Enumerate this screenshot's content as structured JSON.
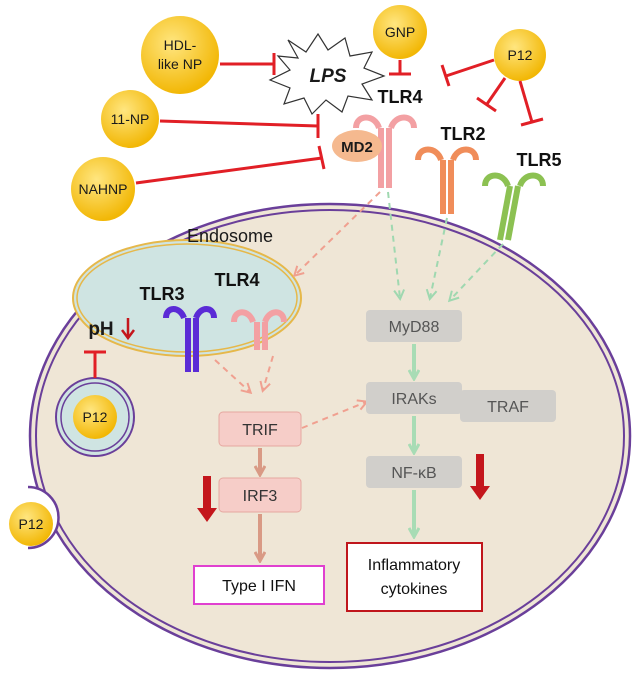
{
  "nanoparticles": {
    "hdl": [
      "HDL-",
      "like NP"
    ],
    "gnp": "GNP",
    "p12_top": "P12",
    "np11": "11-NP",
    "nahnp": "NAHNP",
    "p12_endosome": "P12",
    "p12_membrane": "P12"
  },
  "lps": "LPS",
  "receptors": {
    "tlr4_surface": "TLR4",
    "md2": "MD2",
    "tlr2": "TLR2",
    "tlr5": "TLR5",
    "tlr3": "TLR3",
    "tlr4_endosome": "TLR4"
  },
  "endosome_label": "Endosome",
  "ph_label": "pH",
  "pathway": {
    "myd88": "MyD88",
    "irak": "IRAKs",
    "traf": "TRAF",
    "nfkb": "NF-κB",
    "trif": "TRIF",
    "irf3": "IRF3",
    "type1_ifn": "Type I IFN",
    "cytokines": [
      "Inflammatory",
      "cytokines"
    ]
  },
  "colors": {
    "cell_fill": "#efe6d6",
    "cell_border": "#6a3f9a",
    "endosome_fill": "#cfe4e2",
    "endosome_border": "#e6b84a",
    "np_fill": "#f5c116",
    "inhibit": "#e11f26",
    "tlr4": "#f3a0a3",
    "tlr2": "#f08d5a",
    "tlr5": "#8cc152",
    "tlr3": "#5b2bd6",
    "md2": "#f5b98f",
    "grey_box": "#d1cfcb",
    "pink_box": "#f6cdc8",
    "green_arrow": "#a8dcb5",
    "down_arrow": "#c4161c",
    "ifn_border": "#e040d0",
    "cytokine_border": "#c0161c"
  }
}
